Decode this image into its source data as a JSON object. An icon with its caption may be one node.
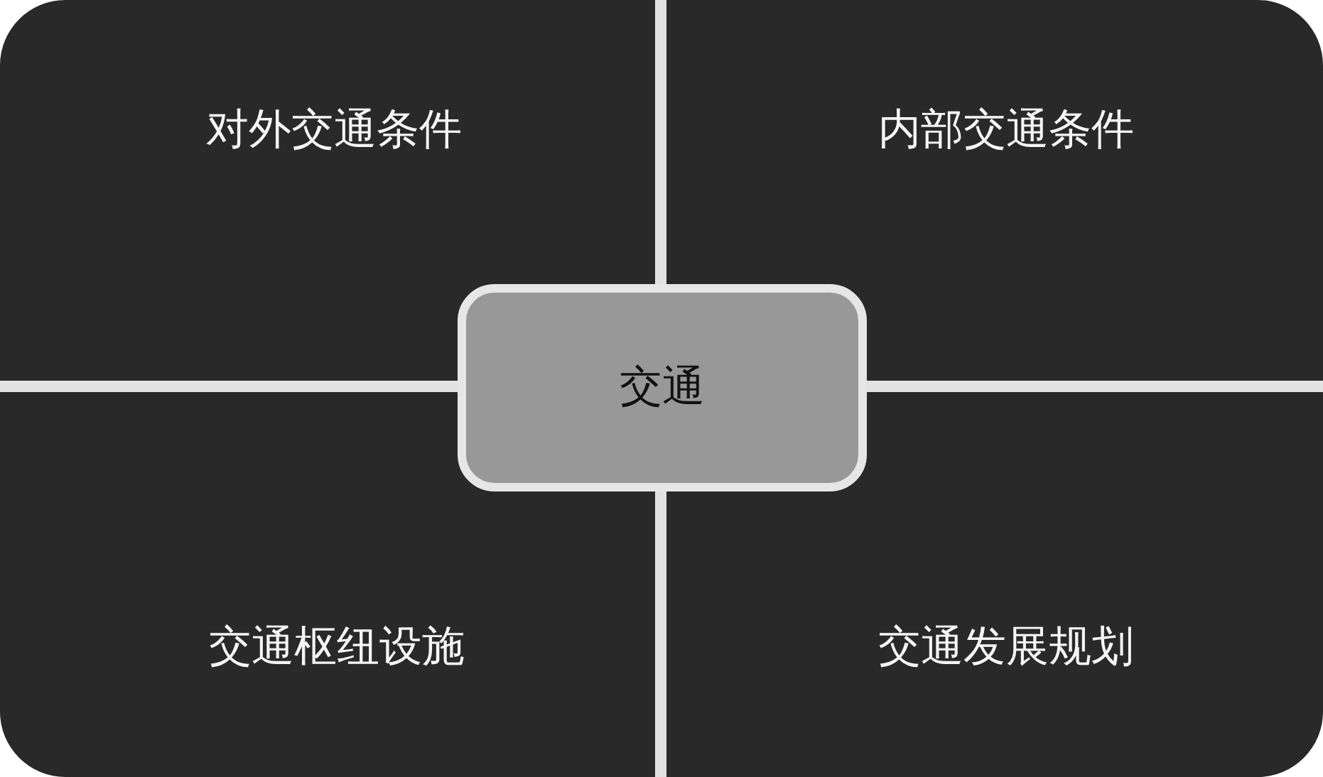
{
  "diagram": {
    "nodes": [
      {
        "text": [
          "对外交通条件"
        ]
      },
      {
        "text": [
          "内部交通条件"
        ]
      },
      {
        "text": [
          "交通"
        ]
      },
      {
        "text": [
          "交通枢纽设施"
        ]
      },
      {
        "text": [
          "交通发展规划"
        ]
      }
    ]
  }
}
